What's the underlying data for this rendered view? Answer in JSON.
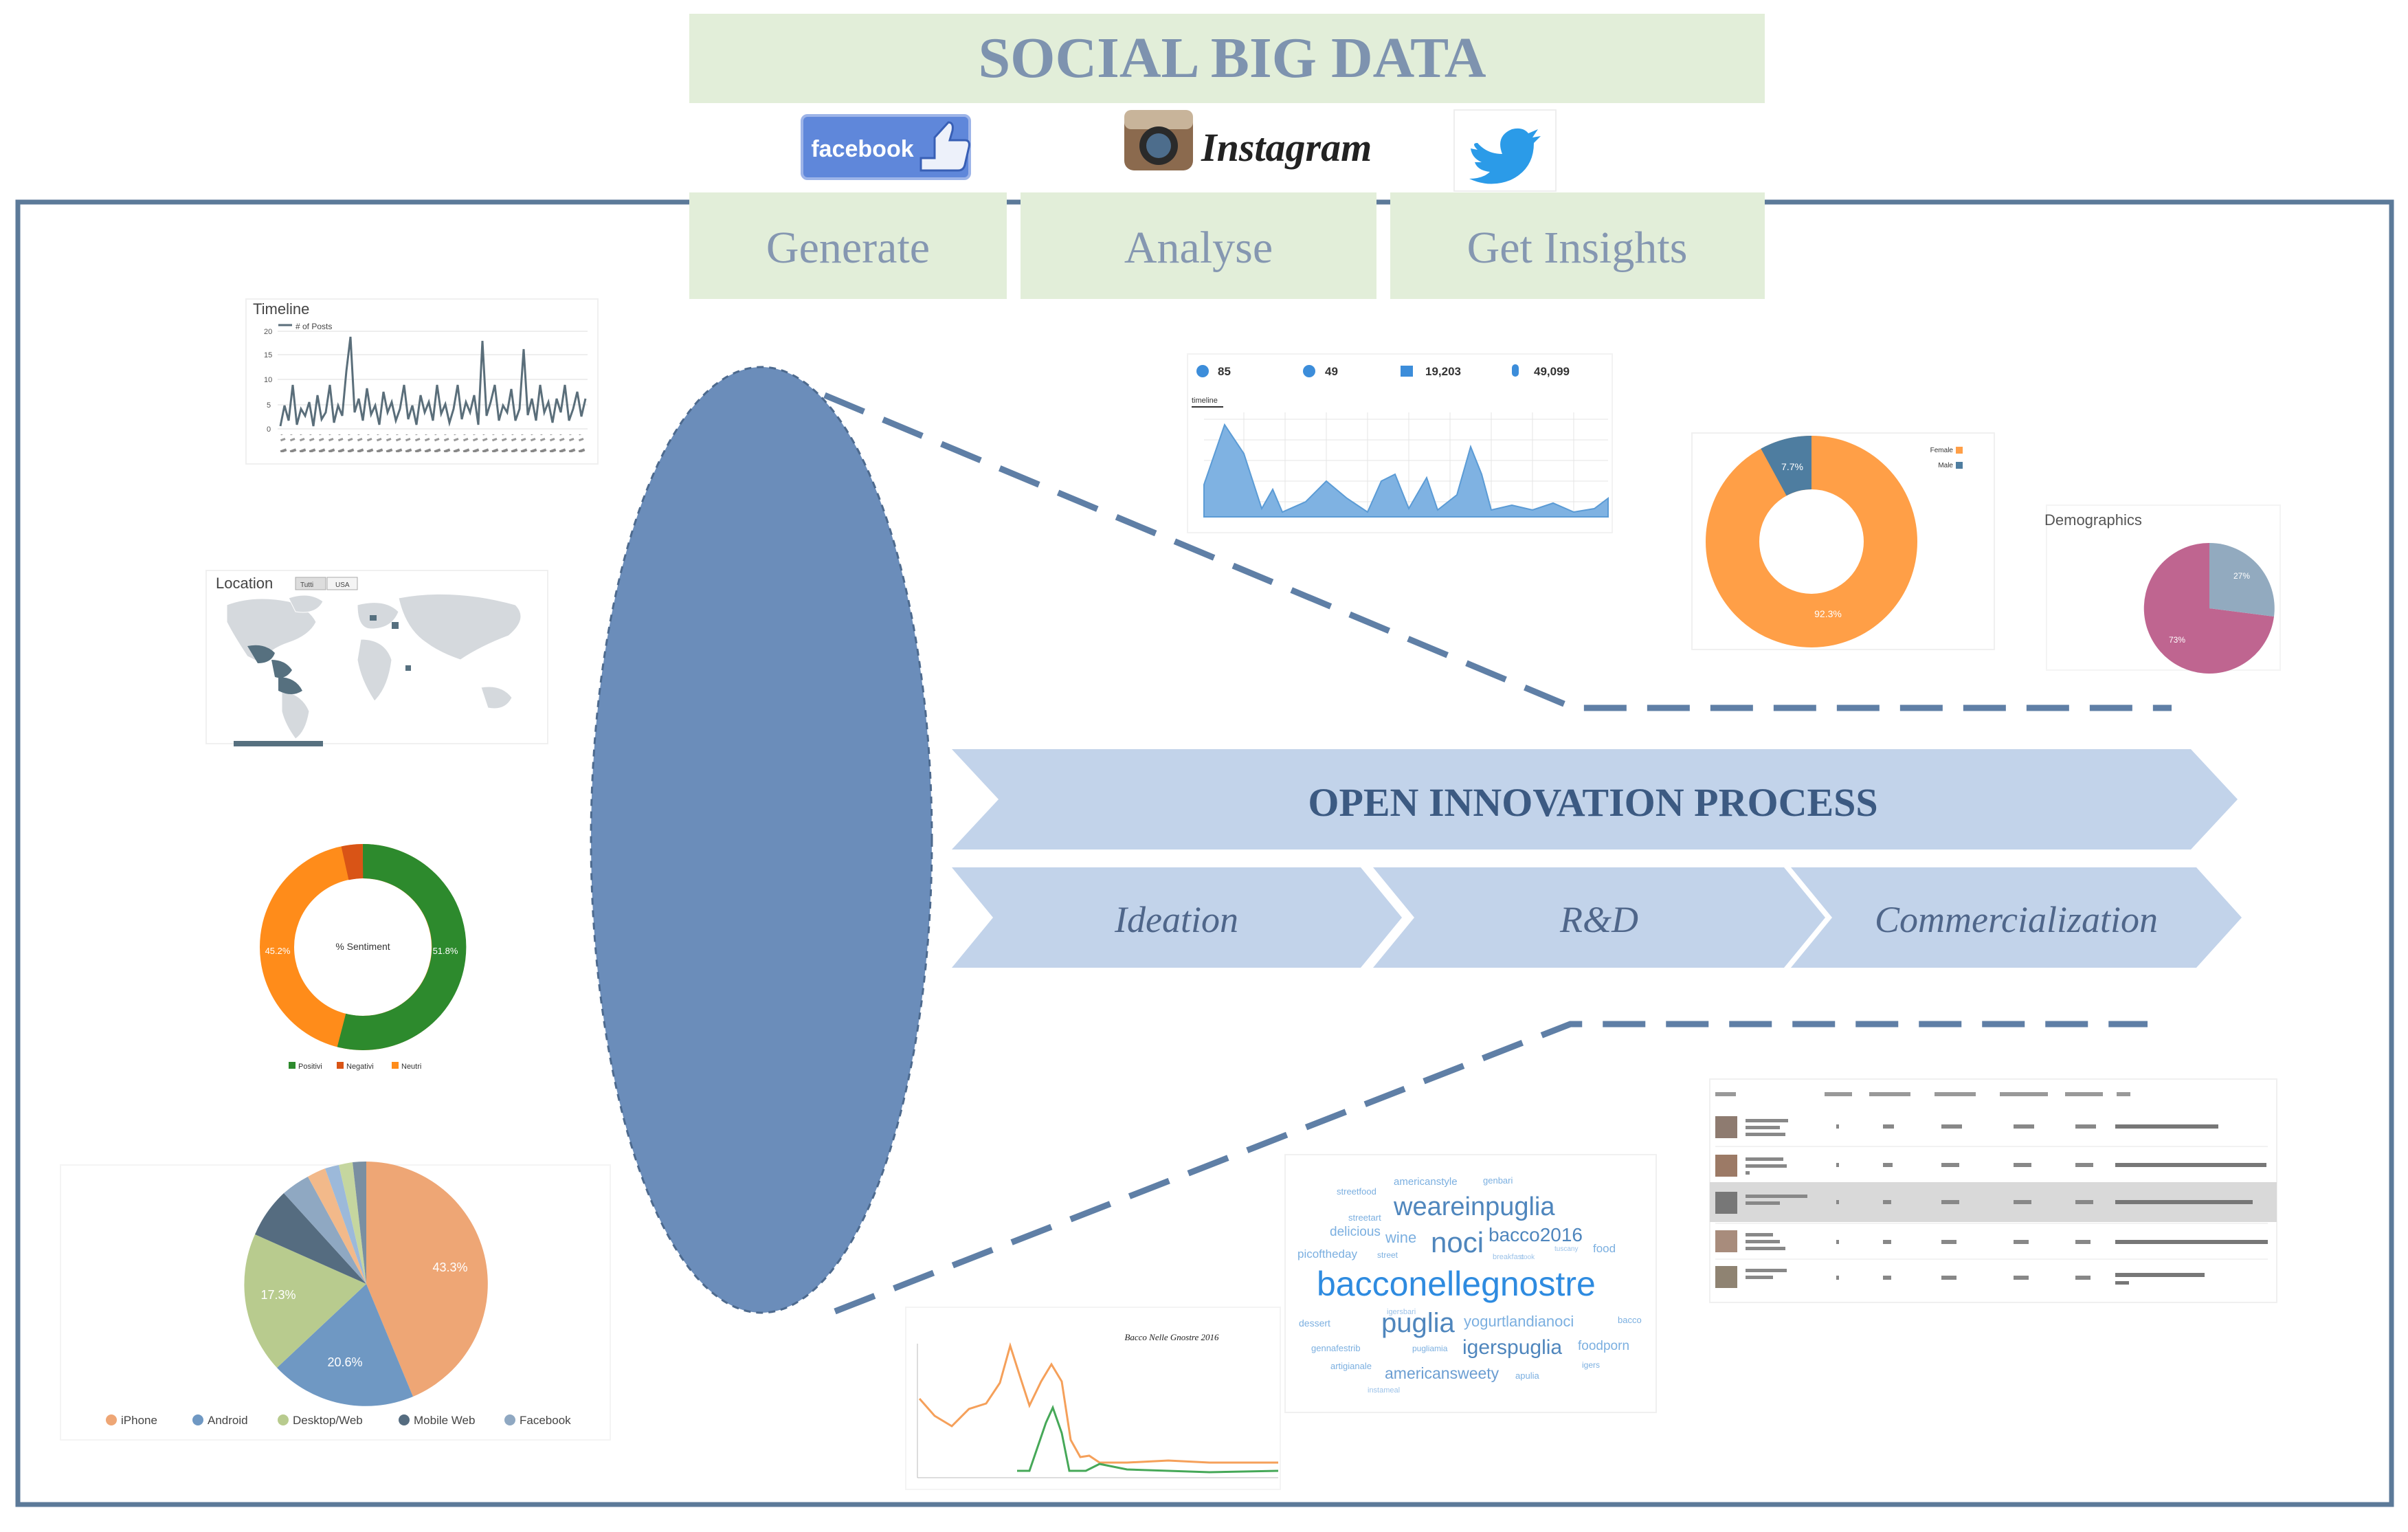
{
  "header": {
    "title": "SOCIAL BIG DATA",
    "platforms": [
      "facebook",
      "Instagram",
      "twitter"
    ],
    "steps": [
      "Generate",
      "Analyse",
      "Get Insights"
    ]
  },
  "process": {
    "title": "OPEN INNOVATION  PROCESS",
    "stages": [
      "Ideation",
      "R&D",
      "Commercialization"
    ]
  },
  "thumbnails": {
    "timeline": {
      "title": "Timeline",
      "legend": "# of Posts",
      "yticks": [
        "20",
        "15",
        "10",
        "5",
        "0"
      ]
    },
    "location": {
      "title": "Location",
      "tabs": [
        "Tutti",
        "USA"
      ]
    },
    "sentiment": {
      "center_label": "% Sentiment",
      "positive_label": "51.8%",
      "neutral_label": "45.2%",
      "legend": [
        "Positivi",
        "Negativi",
        "Neutri"
      ]
    },
    "devices": {
      "labels": [
        "43.3%",
        "20.6%",
        "17.3%"
      ],
      "legend": [
        "iPhone",
        "Android",
        "Desktop/Web",
        "Mobile Web",
        "Facebook"
      ]
    },
    "stats": {
      "values": [
        "85",
        "49",
        "19,203",
        "49,099"
      ],
      "tab": "timeline"
    },
    "gender": {
      "labels": [
        "7.7%",
        "92.3%"
      ],
      "legend": [
        "Female",
        "Male"
      ]
    },
    "demographics": {
      "title": "Demographics",
      "labels": [
        "27%",
        "73%"
      ]
    },
    "line_chart": {
      "title": "Bacco Nelle Gnostre 2016"
    },
    "wordcloud": {
      "words": [
        "americanstyle",
        "genbari",
        "streetfood",
        "weareinpuglia",
        "streetart",
        "delicious",
        "wine",
        "noci",
        "bacco2016",
        "food",
        "picoftheday",
        "street",
        "breakfast",
        "bacconellegnostre",
        "dessert",
        "puglia",
        "yogurtlandianoci",
        "bacco",
        "igersbari",
        "gennafestrib",
        "pugliamia",
        "igerspuglia",
        "foodporn",
        "artigianale",
        "americansweety",
        "apulia",
        "igers",
        "instameal",
        "tuscany",
        "cook"
      ]
    }
  },
  "colors": {
    "accent": "#6B8DBA",
    "header_bg": "#E2EED9",
    "header_text": "#7E93AF",
    "frame": "#5C7A99",
    "chevron": "#C2D3EA",
    "chevron_text": "#3C5A82",
    "orange": "#FF9F47",
    "green": "#2D8A2D"
  }
}
